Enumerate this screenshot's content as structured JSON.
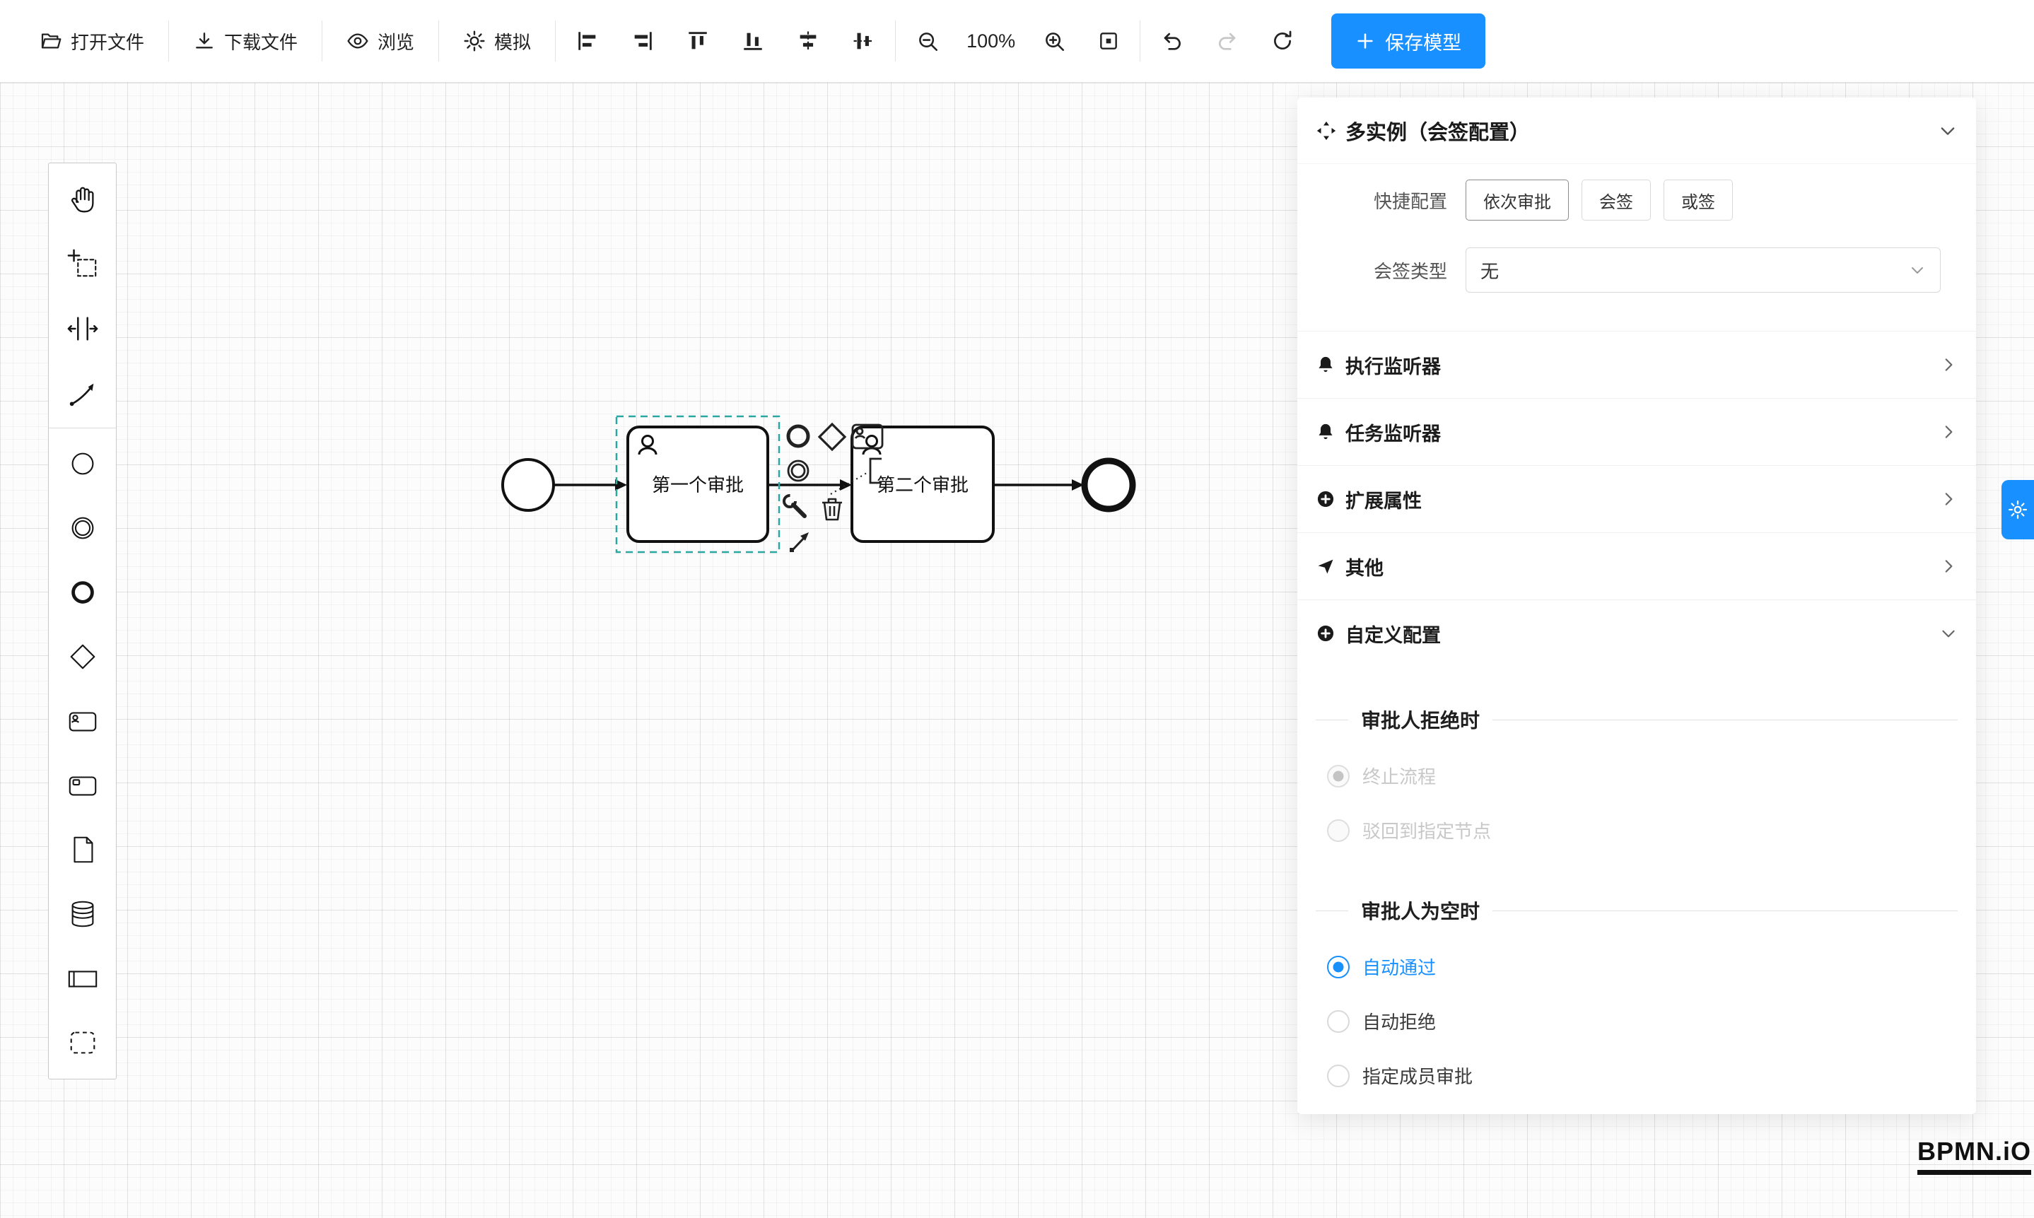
{
  "colors": {
    "accent": "#1890ff",
    "selection": "#2aa7a0",
    "stroke": "#111111",
    "disabled_text": "#c8c8c8"
  },
  "toolbar": {
    "open_file": "打开文件",
    "download_file": "下载文件",
    "preview": "浏览",
    "simulate": "模拟",
    "zoom_level": "100%",
    "save_model": "保存模型",
    "icon_buttons": [
      "align-left",
      "align-right",
      "align-top",
      "align-bottom",
      "align-center-horizontal",
      "align-middle-vertical",
      "zoom-out",
      "zoom-in",
      "fit-viewport",
      "undo",
      "redo",
      "refresh"
    ]
  },
  "palette": {
    "items": [
      "hand-tool",
      "lasso-tool",
      "space-tool",
      "global-connect-tool",
      "start-event",
      "intermediate-event",
      "end-event",
      "exclusive-gateway",
      "user-task",
      "task",
      "file",
      "data-store",
      "participant-pool",
      "group"
    ]
  },
  "canvas": {
    "task1_label": "第一个审批",
    "task2_label": "第二个审批",
    "context_pad": [
      "append-end-event",
      "append-gateway",
      "append-user-task",
      "append-intermediate-event",
      "append-text-annotation",
      "change-type-wrench",
      "delete-trash",
      "connect-arrow"
    ]
  },
  "panel": {
    "title": "多实例（会签配置）",
    "quick_config": {
      "label": "快捷配置",
      "buttons": [
        "依次审批",
        "会签",
        "或签"
      ]
    },
    "sign_type": {
      "label": "会签类型",
      "value": "无"
    },
    "sections": [
      {
        "label": "执行监听器",
        "icon": "bell"
      },
      {
        "label": "任务监听器",
        "icon": "bell"
      },
      {
        "label": "扩展属性",
        "icon": "plus-circle"
      },
      {
        "label": "其他",
        "icon": "send"
      },
      {
        "label": "自定义配置",
        "icon": "plus-circle"
      }
    ],
    "reject_group": {
      "title": "审批人拒绝时",
      "options": [
        {
          "label": "终止流程",
          "selected": true,
          "disabled": true
        },
        {
          "label": "驳回到指定节点",
          "selected": false,
          "disabled": true
        }
      ]
    },
    "empty_group": {
      "title": "审批人为空时",
      "options": [
        {
          "label": "自动通过",
          "selected": true
        },
        {
          "label": "自动拒绝",
          "selected": false
        },
        {
          "label": "指定成员审批",
          "selected": false
        }
      ]
    }
  },
  "logo": "BPMN.iO"
}
